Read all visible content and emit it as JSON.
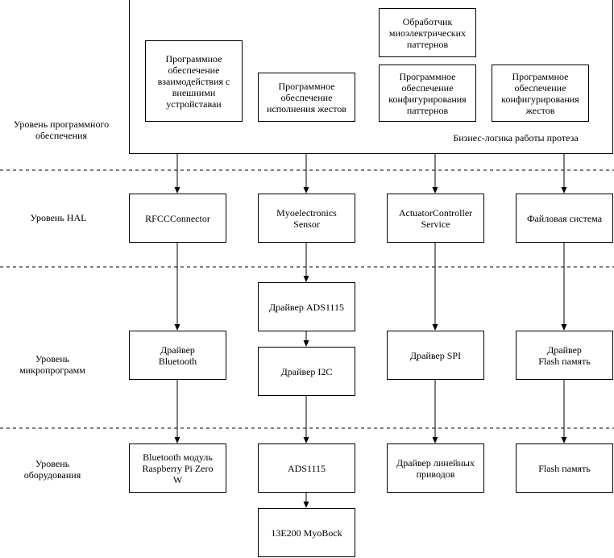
{
  "levels": {
    "software": "Уровень программного\nобеспечения",
    "hal": "Уровень HAL",
    "firmware": "Уровень\nмикропрограмм",
    "hardware": "Уровень\nоборудования"
  },
  "software_layer": {
    "caption": "Бизнес-логика работы протеза",
    "external_devices": "Программное\nобеспечение\nвзаимодействия с\nвнешними\nустройставаи",
    "gesture_execution": "Программное\nобеспечение\nисполнения жестов",
    "myo_pattern_handler": "Обработчик\nмиоэлектрических\nпаттернов",
    "pattern_config": "Программное\nобеспечение\nконфигурирования\nпаттернов",
    "gesture_config": "Программное\nобеспечение\nконфигурирования\nжестов"
  },
  "hal_layer": {
    "rfcc_connector": "RFCCConnector",
    "myo_sensor": "Myoelectronics\nSensor",
    "actuator_service": "ActuatorController\nService",
    "file_system": "Файловая система"
  },
  "firmware_layer": {
    "ads_driver": "Драйвер ADS1115",
    "bluetooth_driver": "Драйвер\nBluetooth",
    "i2c_driver": "Драйвер I2C",
    "spi_driver": "Драйвер SPI",
    "flash_driver": "Драйвер\nFlash память"
  },
  "hardware_layer": {
    "bluetooth_module": "Bluetooth модуль\nRaspberry Pi Zero\nW",
    "ads1115": "ADS1115",
    "linear_drive_driver": "Драйвер линейных\nприводов",
    "flash_memory": "Flash память",
    "myobock": "13E200 MyoBock"
  }
}
